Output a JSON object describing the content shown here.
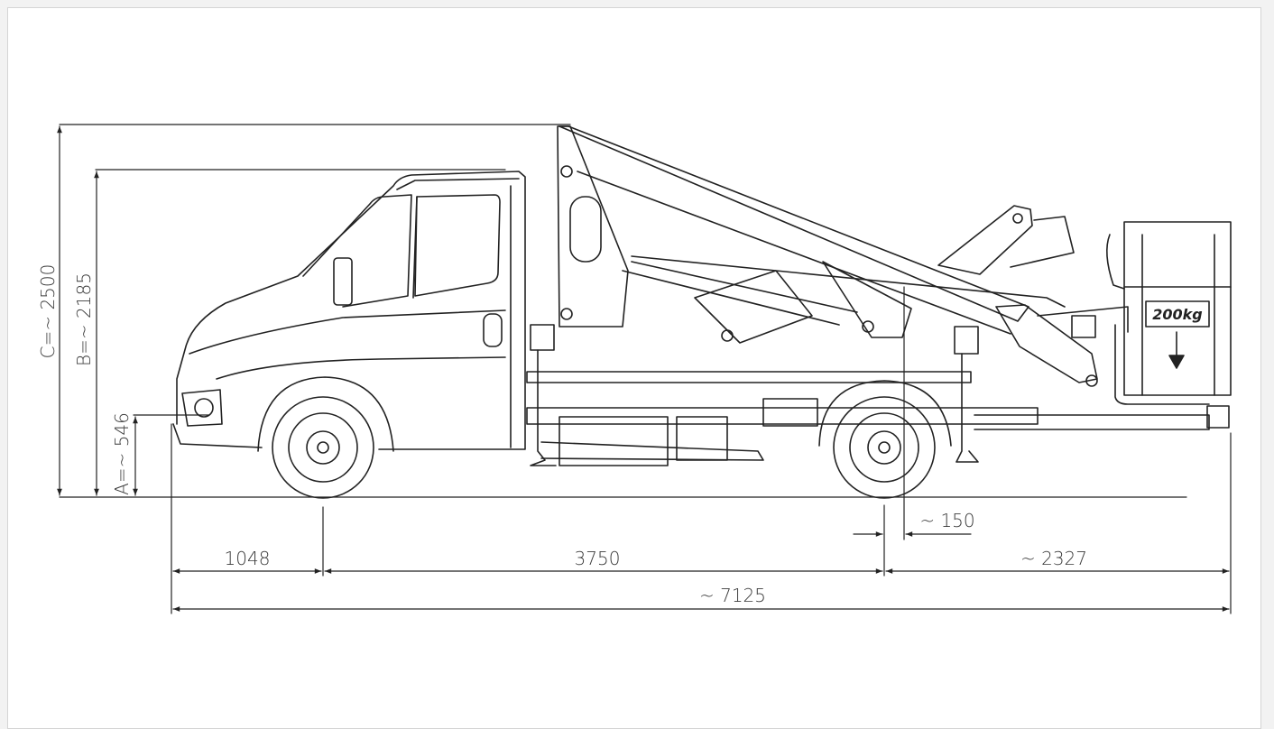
{
  "drawing": {
    "vehicle": "truck-mounted aerial work platform",
    "platform_load_label": "200kg",
    "dimensions": {
      "c_height": "C=~ 2500",
      "b_height": "B=~ 2185",
      "a_height": "A=~ 546",
      "front_overhang": "1048",
      "wheelbase": "3750",
      "rear_overhang": "~ 2327",
      "offset": "~ 150",
      "total_length": "~ 7125"
    },
    "colors": {
      "line": "#222222",
      "paper": "#ffffff",
      "frame": "#d4d4d4"
    }
  }
}
